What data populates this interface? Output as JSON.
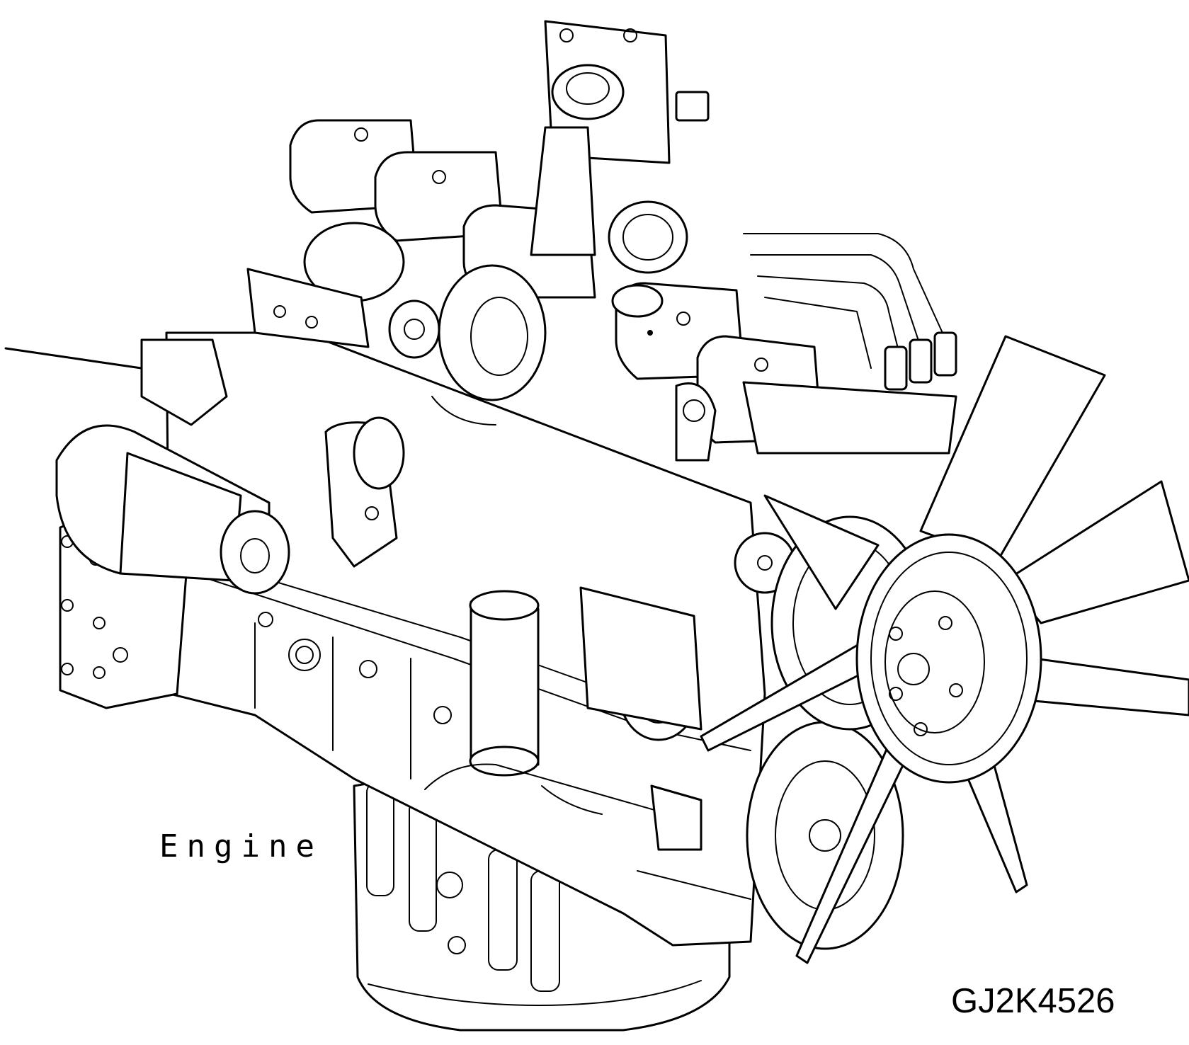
{
  "diagram": {
    "callout": {
      "label": "Engine"
    },
    "figure_code": "GJ2K4526",
    "icons": [
      "engine-illustration",
      "cooling-fan",
      "turbocharger",
      "starter-motor",
      "oil-pan"
    ]
  }
}
